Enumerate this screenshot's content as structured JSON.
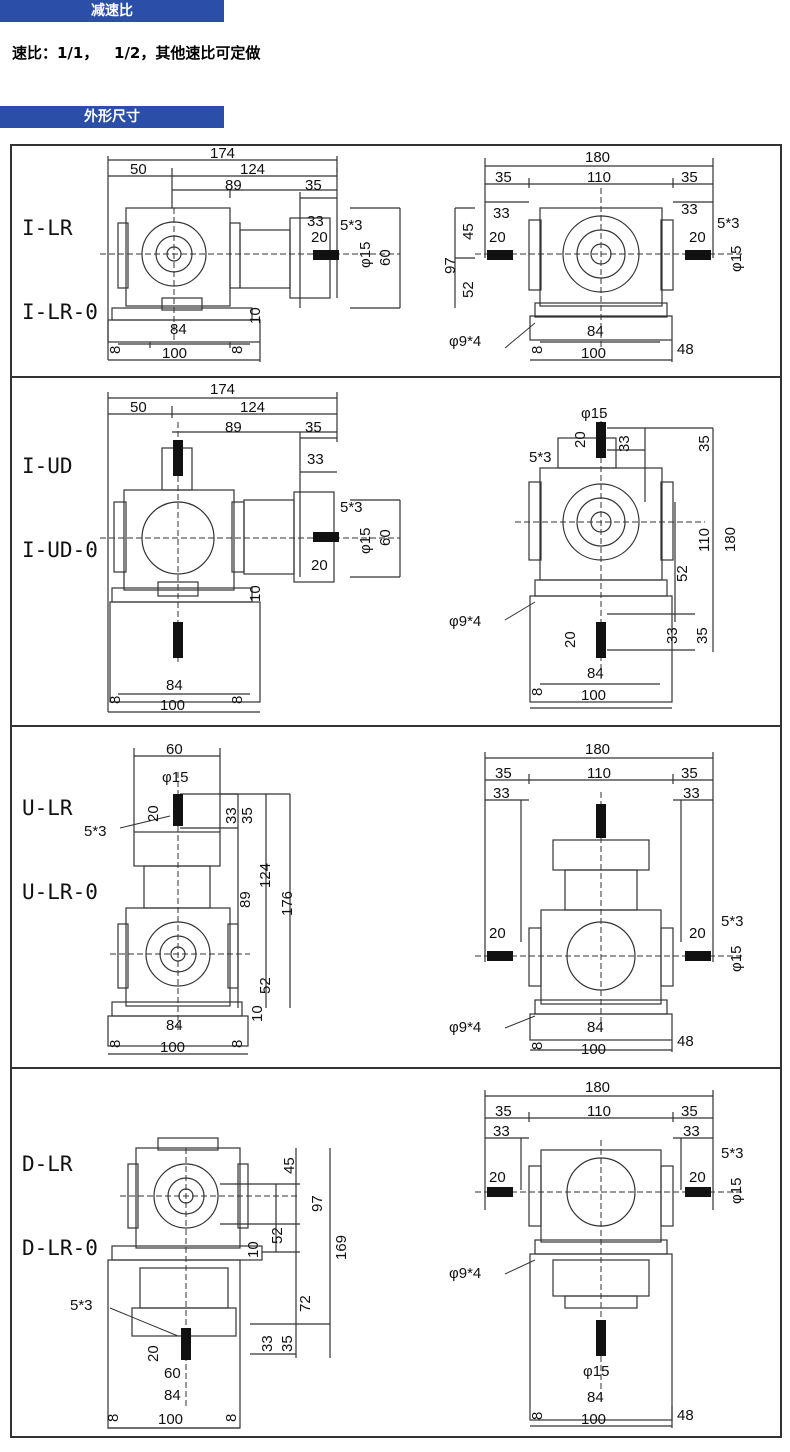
{
  "headers": {
    "reduction_ratio": "减速比",
    "dimensions": "外形尺寸"
  },
  "ratio_line": "速比：1/1，   1/2，其他速比可定做",
  "colors": {
    "header_bg": "#2b4ea8",
    "line": "#333333"
  },
  "sections": [
    {
      "model_lines": [
        "I-LR",
        "I-LR-0"
      ]
    },
    {
      "model_lines": [
        "I-UD",
        "I-UD-0"
      ]
    },
    {
      "model_lines": [
        "U-LR",
        "U-LR-0"
      ]
    },
    {
      "model_lines": [
        "D-LR",
        "D-LR-0"
      ]
    }
  ],
  "dims": {
    "d174": "174",
    "d50": "50",
    "d124": "124",
    "d89": "89",
    "d35": "35",
    "d33": "33",
    "d20": "20",
    "d60": "60",
    "d84": "84",
    "d100": "100",
    "d8": "8",
    "d10": "10",
    "d180": "180",
    "d110": "110",
    "d97": "97",
    "d45": "45",
    "d52": "52",
    "d48": "48",
    "d176": "176",
    "d169": "169",
    "d72": "72",
    "key": "5*3",
    "shaft": "φ15",
    "holes": "φ9*4"
  }
}
